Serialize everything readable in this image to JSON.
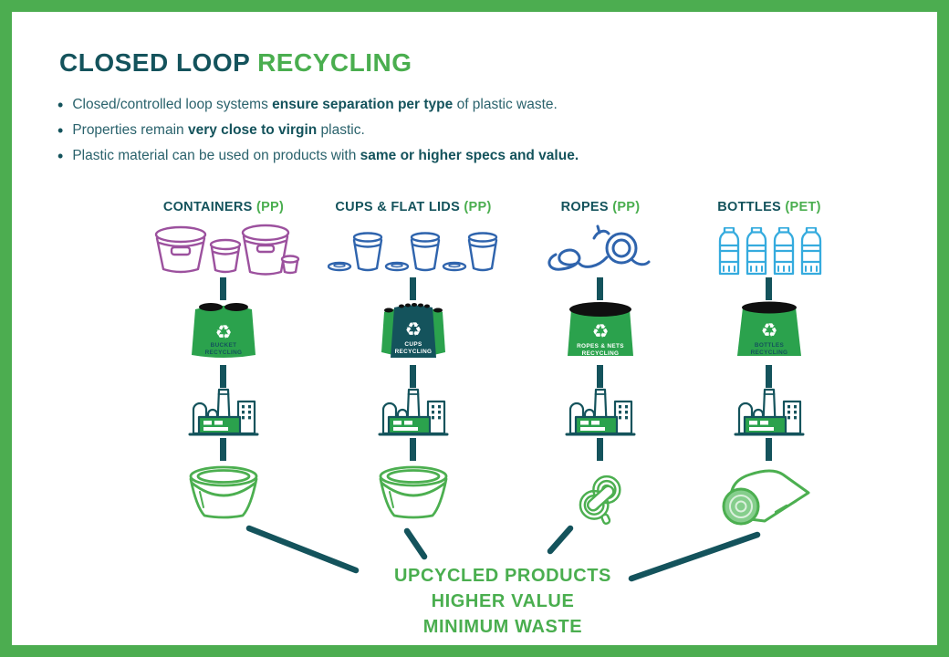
{
  "title": {
    "dark": "CLOSED LOOP ",
    "green": "RECYCLING"
  },
  "bullets": [
    {
      "pre": "Closed/controlled loop systems ",
      "bold": "ensure separation per type",
      "post": " of plastic waste."
    },
    {
      "pre": "Properties remain ",
      "bold": "very close to virgin",
      "post": " plastic."
    },
    {
      "pre": "Plastic material can be used on products with ",
      "bold": "same or higher specs and value.",
      "post": ""
    }
  ],
  "columns": [
    {
      "header": "CONTAINERS ",
      "material": "(PP)",
      "bin": {
        "line1": "BUCKET",
        "line2": "RECYCLING"
      }
    },
    {
      "header": "CUPS & FLAT LIDS ",
      "material": "(PP)",
      "bin": {
        "line1": "CUPS",
        "line2": "RECYCLING"
      }
    },
    {
      "header": "ROPES ",
      "material": "(PP)",
      "bin": {
        "line1": "ROPES & NETS",
        "line2": "RECYCLING"
      }
    },
    {
      "header": "BOTTLES ",
      "material": "(PET)",
      "bin": {
        "line1": "BOTTLES",
        "line2": "RECYCLING"
      }
    }
  ],
  "footer": {
    "line1": "UPCYCLED PRODUCTS",
    "line2": "HIGHER VALUE",
    "line3": "MINIMUM WASTE"
  },
  "glyphs": {
    "bullet": "•",
    "recycle": "♻"
  },
  "colors": {
    "frame_green": "#4CAD50",
    "accent_green": "#4AAE4F",
    "dark_teal": "#14535C",
    "bin_green": "#2BA24D",
    "product_green": "#4CAF50",
    "roll_fill": "#85CE8C",
    "purple": "#9C519E",
    "blue": "#2F64AD",
    "cyan": "#35ABDE"
  }
}
